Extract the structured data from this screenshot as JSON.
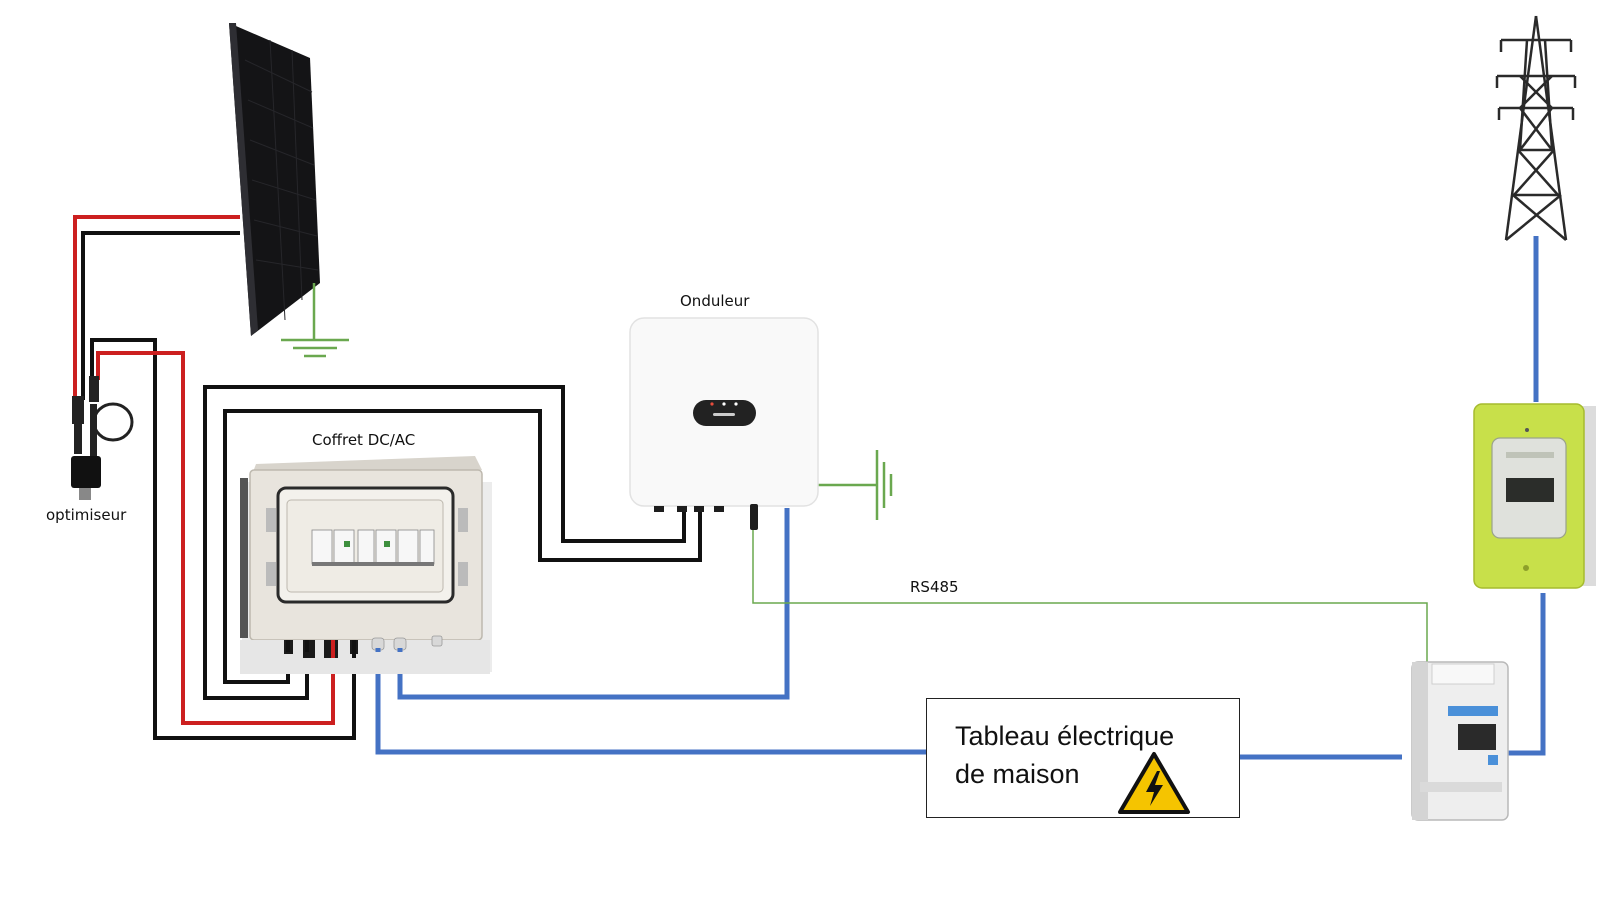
{
  "labels": {
    "optimizer": "optimiseur",
    "dc_ac_box": "Coffret DC/AC",
    "inverter": "Onduleur",
    "rs485": "RS485",
    "house_panel_line1": "Tableau électrique",
    "house_panel_line2": "de maison"
  },
  "colors": {
    "dc_positive": "#cc1f1f",
    "dc_negative": "#111111",
    "ac_line": "#4472c4",
    "earth": "#6aa84f",
    "rs485": "#6aa84f",
    "meter_body": "#c8e04a",
    "warning_yellow": "#f5c400"
  },
  "icons": [
    "solar-panel-icon",
    "ground-icon",
    "pylon-icon",
    "warning-icon",
    "inverter-icon",
    "energy-meter-icon",
    "utility-meter-icon",
    "combiner-box-icon",
    "optimizer-icon"
  ]
}
